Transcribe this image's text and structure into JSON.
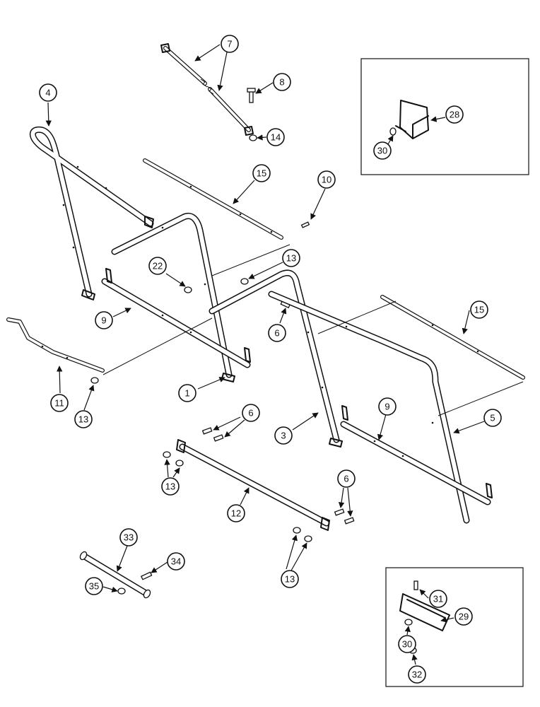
{
  "callouts": {
    "c1": "1",
    "c3": "3",
    "c4": "4",
    "c5": "5",
    "c6a": "6",
    "c6b": "6",
    "c6c": "6",
    "c7": "7",
    "c8": "8",
    "c9a": "9",
    "c9b": "9",
    "c10": "10",
    "c11": "11",
    "c12": "12",
    "c13a": "13",
    "c13b": "13",
    "c13c": "13",
    "c13d": "13",
    "c14": "14",
    "c15a": "15",
    "c15b": "15",
    "c22": "22",
    "c28": "28",
    "c29": "29",
    "c30a": "30",
    "c30b": "30",
    "c31": "31",
    "c32": "32",
    "c33": "33",
    "c34": "34",
    "c35": "35"
  },
  "colors": {
    "line": "#111111",
    "background": "#ffffff"
  }
}
